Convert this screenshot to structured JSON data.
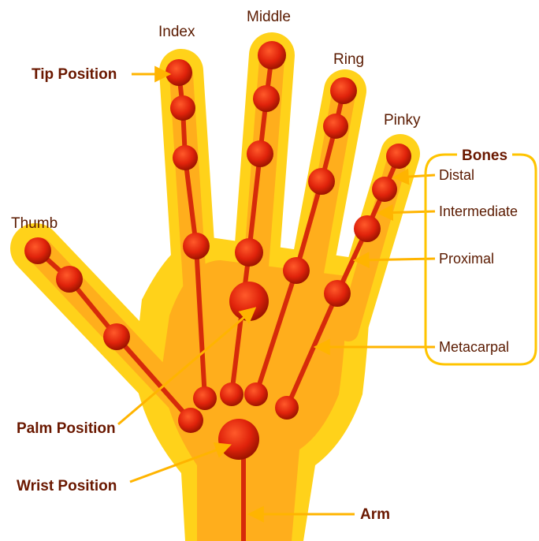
{
  "fingers": {
    "index": "Index",
    "middle": "Middle",
    "ring": "Ring",
    "pinky": "Pinky",
    "thumb": "Thumb"
  },
  "callouts": {
    "tip_position": "Tip Position",
    "palm_position": "Palm Position",
    "wrist_position": "Wrist Position",
    "arm": "Arm"
  },
  "bones": {
    "title": "Bones",
    "distal": "Distal",
    "intermediate": "Intermediate",
    "proximal": "Proximal",
    "metacarpal": "Metacarpal"
  },
  "colors": {
    "hand_outer": "#ffd21a",
    "hand_inner": "#ffae1c",
    "bone": "#d62a0a",
    "joint": "#e0230b",
    "arrow": "#ffb400",
    "label": "#5a1a00"
  }
}
